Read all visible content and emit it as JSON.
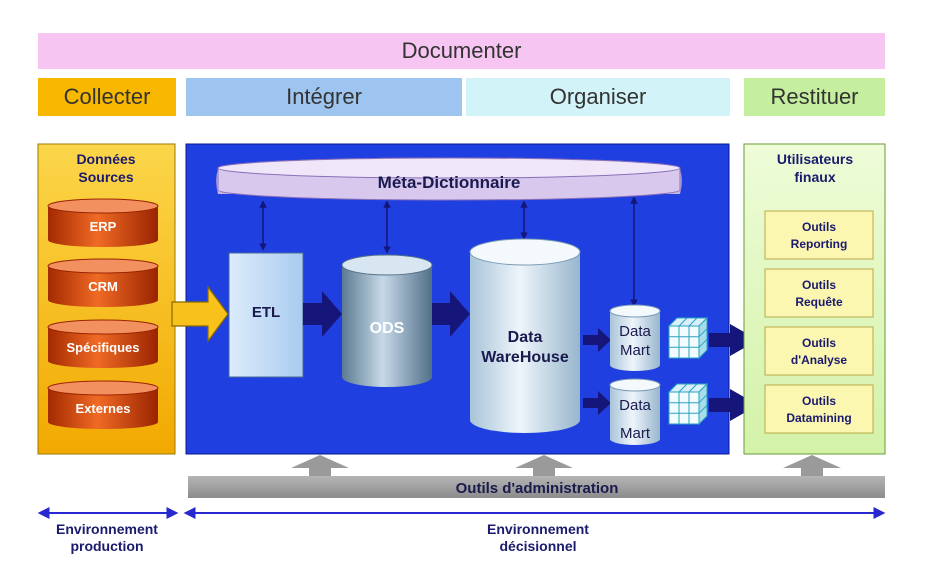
{
  "header": {
    "documenter": "Documenter",
    "collecter": "Collecter",
    "integrer": "Intégrer",
    "organiser": "Organiser",
    "restituer": "Restituer"
  },
  "sources": {
    "title_line1": "Données",
    "title_line2": "Sources",
    "items": [
      "ERP",
      "CRM",
      "Spécifiques",
      "Externes"
    ]
  },
  "core": {
    "meta_dictionary": "Méta-Dictionnaire",
    "etl": "ETL",
    "ods": "ODS",
    "dw_line1": "Data",
    "dw_line2": "WareHouse",
    "datamart_line1": "Data",
    "datamart_line2": "Mart"
  },
  "users": {
    "title_line1": "Utilisateurs",
    "title_line2": "finaux",
    "tools": [
      {
        "line1": "Outils",
        "line2": "Reporting"
      },
      {
        "line1": "Outils",
        "line2": "Requête"
      },
      {
        "line1": "Outils",
        "line2": "d'Analyse"
      },
      {
        "line1": "Outils",
        "line2": "Datamining"
      }
    ]
  },
  "admin": {
    "label": "Outils d'administration"
  },
  "footer": {
    "production_line1": "Environnement",
    "production_line2": "production",
    "decision_line1": "Environnement",
    "decision_line2": "décisionnel"
  },
  "colors": {
    "documenter": "#f7c5f2",
    "collecter": "#f9b800",
    "integrer": "#9ec5ef",
    "organiser": "#d2f3f8",
    "restituer": "#c5ef9e",
    "core_blue": "#1f3fe0",
    "arrow_navy": "#15157a",
    "admin_gray": "#9a9a9a",
    "env_line": "#2828d0"
  }
}
